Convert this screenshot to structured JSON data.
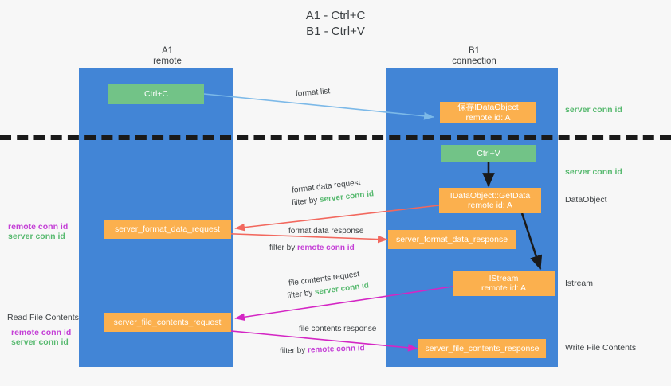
{
  "title": {
    "line1": "A1 - Ctrl+C",
    "line2": "B1 - Ctrl+V"
  },
  "columns": [
    {
      "name": "A1",
      "sub": "remote"
    },
    {
      "name": "B1",
      "sub": "connection"
    }
  ],
  "nodes": {
    "ctrl_c": {
      "line1": "Ctrl+C",
      "line2": ""
    },
    "save_idataobject": {
      "line1": "保存IDataObject",
      "line2": "remote id: A"
    },
    "ctrl_v": {
      "line1": "Ctrl+V",
      "line2": ""
    },
    "getdata": {
      "line1": "IDataObject::GetData",
      "line2": "remote id: A"
    },
    "istream": {
      "line1": "IStream",
      "line2": "remote id: A"
    },
    "format_data_request": {
      "line1": "server_format_data_request",
      "line2": ""
    },
    "format_data_response": {
      "line1": "server_format_data_response",
      "line2": ""
    },
    "file_contents_request": {
      "line1": "server_file_contents_request",
      "line2": ""
    },
    "file_contents_response": {
      "line1": "server_file_contents_response",
      "line2": ""
    }
  },
  "right_labels": {
    "server_conn_id_1": "server conn id",
    "server_conn_id_2": "server conn id",
    "dataobject": "DataObject",
    "istream": "Istream",
    "write_file_contents": "Write File Contents"
  },
  "left_labels": {
    "remote_conn_id_1": "remote conn id",
    "server_conn_id_1": "server conn id",
    "read_file_contents": "Read File Contents",
    "remote_conn_id_2": "remote conn id",
    "server_conn_id_2": "server conn id"
  },
  "edge_labels": {
    "format_list": "format list",
    "format_data_request": "format data request",
    "format_data_request_filter_prefix": "filter by ",
    "format_data_request_filter_value": "server conn id",
    "format_data_response": "format data response",
    "format_data_response_filter_prefix": "filter by ",
    "format_data_response_filter_value": "remote conn id",
    "file_contents_request": "file contents request",
    "file_contents_request_filter_prefix": "filter by ",
    "file_contents_request_filter_value": "server conn id",
    "file_contents_response": "file contents response",
    "file_contents_response_filter_prefix": "filter by ",
    "file_contents_response_filter_value": "remote conn id"
  },
  "colors": {
    "lane": "#4285d6",
    "green_node": "#72c387",
    "orange_node": "#fbb04e",
    "green_text": "#57b96f",
    "purple_text": "#c43fd6",
    "red_arrow": "#f2685e",
    "magenta_arrow": "#d426c4",
    "blue_arrow": "#7cb9e8",
    "black_arrow": "#1a1a1a",
    "background": "#f7f7f7"
  }
}
